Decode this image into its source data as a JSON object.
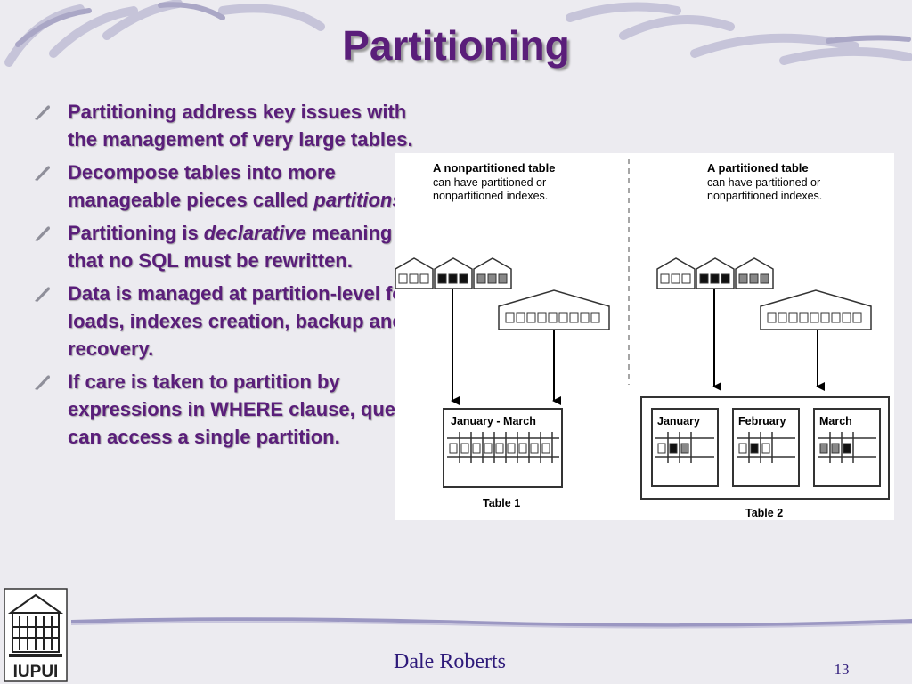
{
  "slide": {
    "title": "Partitioning",
    "bullets": [
      {
        "pre": "Partitioning address key issues with the management of very large tables.",
        "em": "",
        "post": ""
      },
      {
        "pre": "Decompose tables into more manageable pieces called ",
        "em": "partitions",
        "post": "."
      },
      {
        "pre": "Partitioning is ",
        "em": "declarative",
        "post": " meaning that no SQL must be rewritten."
      },
      {
        "pre": "Data is managed at partition-level for loads, indexes creation, backup and recovery.",
        "em": "",
        "post": ""
      },
      {
        "pre": "If care is taken to partition by expressions in WHERE clause, queries can access a single partition.",
        "em": "",
        "post": ""
      }
    ]
  },
  "diagram": {
    "left": {
      "heading": "A nonpartitioned table",
      "line1": "can have partitioned or",
      "line2": "nonpartitioned indexes.",
      "table_header": "January - March",
      "caption": "Table 1"
    },
    "right": {
      "heading": "A partitioned table",
      "line1": "can have partitioned or",
      "line2": "nonpartitioned indexes.",
      "partitions": [
        "January",
        "February",
        "March"
      ],
      "caption": "Table 2"
    }
  },
  "footer": {
    "author": "Dale Roberts",
    "page": "13",
    "logo_text": "IUPUI"
  },
  "colors": {
    "title": "#5a1e7a",
    "text": "#5a1e7a",
    "footer_text": "#2e1a7a",
    "background": "#ecebf0"
  }
}
